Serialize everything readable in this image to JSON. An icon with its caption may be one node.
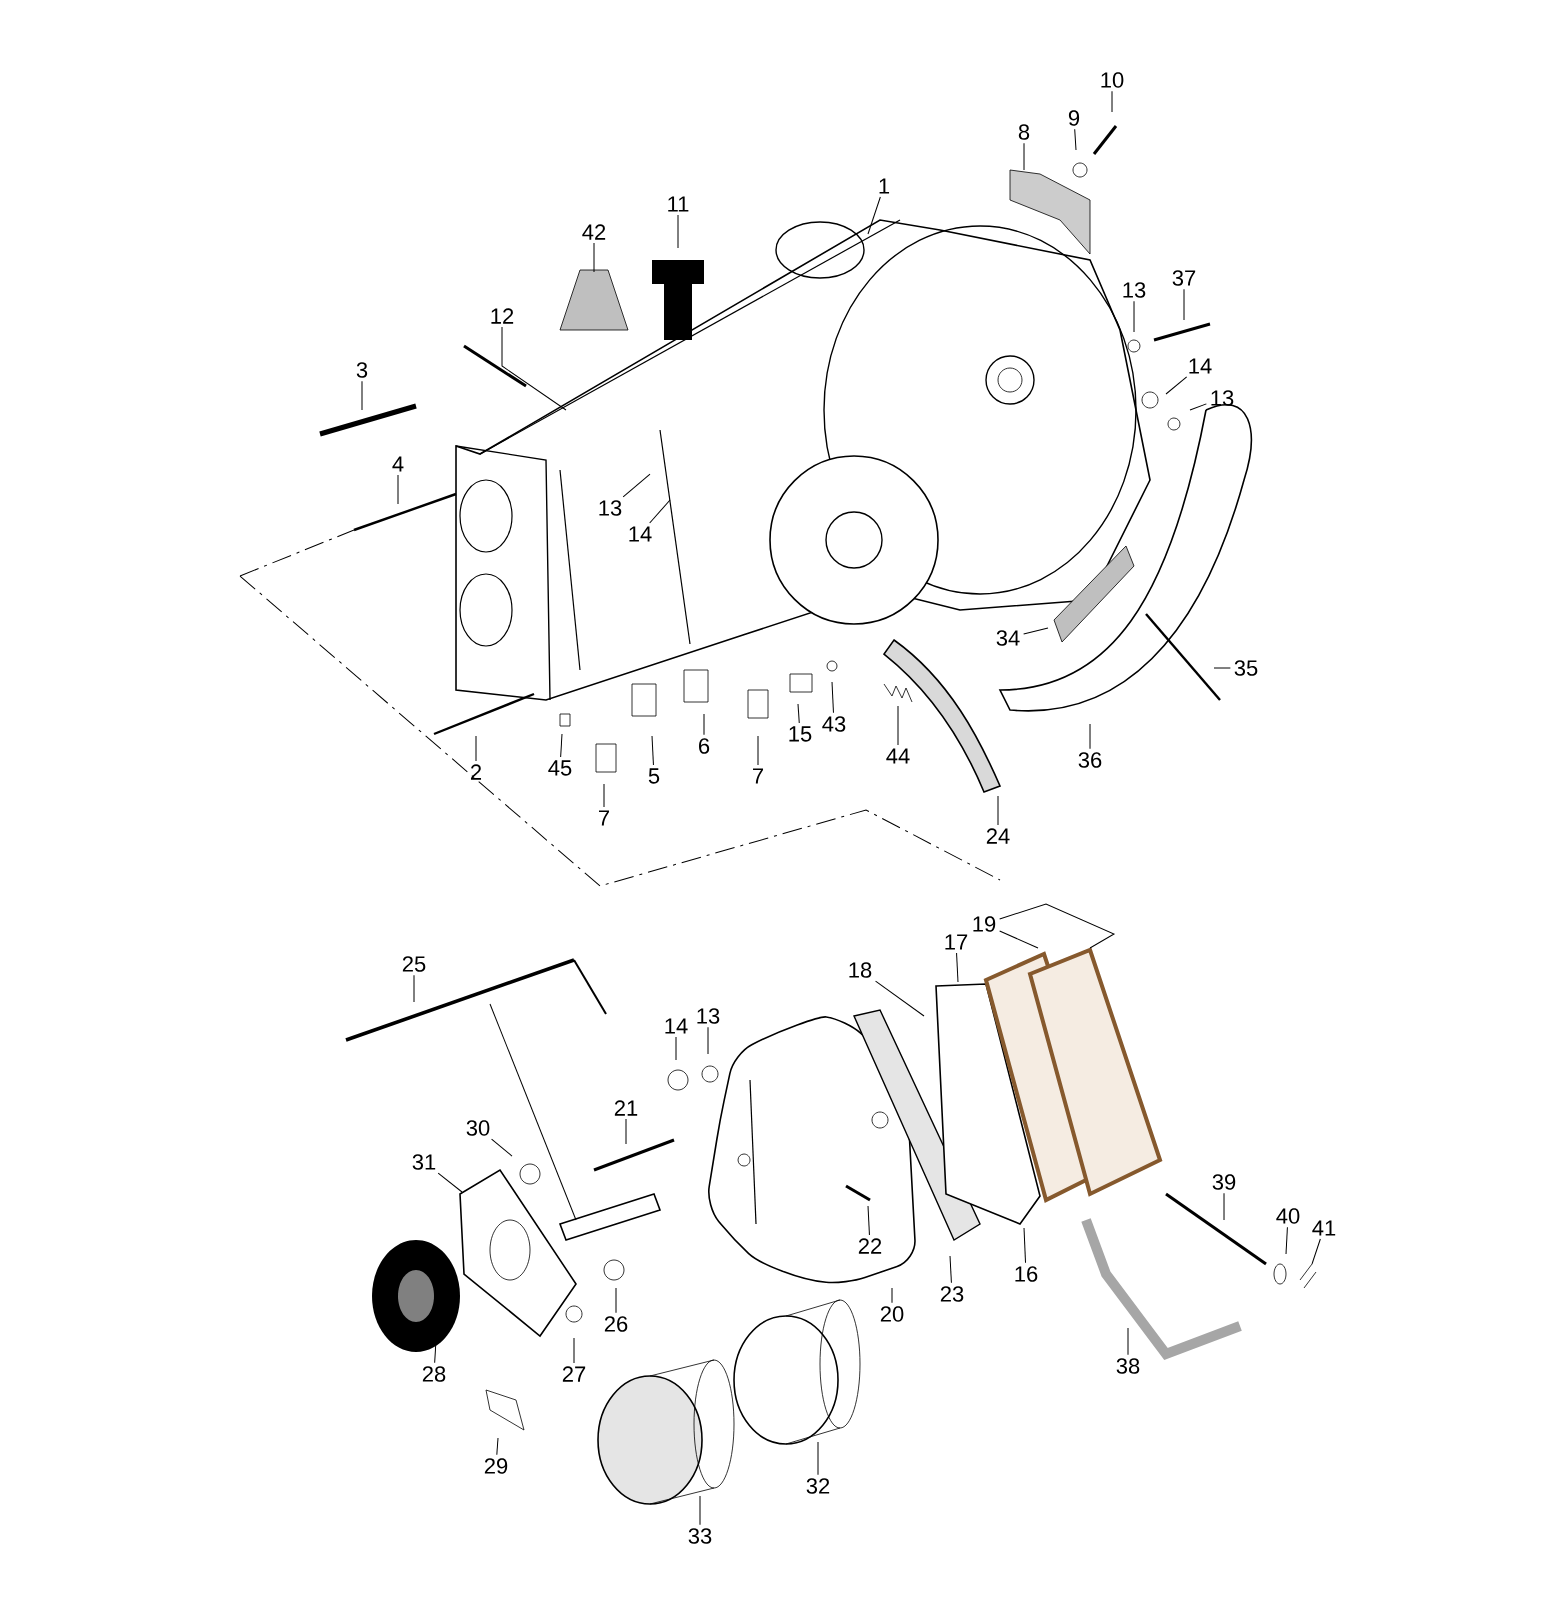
{
  "diagram": {
    "nodes": [
      {
        "text": [
          "10"
        ]
      },
      {
        "text": [
          "9"
        ]
      },
      {
        "text": [
          "8"
        ]
      },
      {
        "text": [
          "1"
        ]
      },
      {
        "text": [
          "11"
        ]
      },
      {
        "text": [
          "42"
        ]
      },
      {
        "text": [
          "37"
        ]
      },
      {
        "text": [
          "13"
        ]
      },
      {
        "text": [
          "12"
        ]
      },
      {
        "text": [
          "14"
        ]
      },
      {
        "text": [
          "3"
        ]
      },
      {
        "text": [
          "13"
        ]
      },
      {
        "text": [
          "4"
        ]
      },
      {
        "text": [
          "13"
        ]
      },
      {
        "text": [
          "14"
        ]
      },
      {
        "text": [
          "34"
        ]
      },
      {
        "text": [
          "35"
        ]
      },
      {
        "text": [
          "43"
        ]
      },
      {
        "text": [
          "15"
        ]
      },
      {
        "text": [
          "6"
        ]
      },
      {
        "text": [
          "44"
        ]
      },
      {
        "text": [
          "36"
        ]
      },
      {
        "text": [
          "2"
        ]
      },
      {
        "text": [
          "45"
        ]
      },
      {
        "text": [
          "7"
        ]
      },
      {
        "text": [
          "5"
        ]
      },
      {
        "text": [
          "7"
        ]
      },
      {
        "text": [
          "24"
        ]
      },
      {
        "text": [
          "19"
        ]
      },
      {
        "text": [
          "17"
        ]
      },
      {
        "text": [
          "25"
        ]
      },
      {
        "text": [
          "18"
        ]
      },
      {
        "text": [
          "13"
        ]
      },
      {
        "text": [
          "14"
        ]
      },
      {
        "text": [
          "21"
        ]
      },
      {
        "text": [
          "30"
        ]
      },
      {
        "text": [
          "31"
        ]
      },
      {
        "text": [
          "39"
        ]
      },
      {
        "text": [
          "40"
        ]
      },
      {
        "text": [
          "41"
        ]
      },
      {
        "text": [
          "22"
        ]
      },
      {
        "text": [
          "16"
        ]
      },
      {
        "text": [
          "23"
        ]
      },
      {
        "text": [
          "20"
        ]
      },
      {
        "text": [
          "26"
        ]
      },
      {
        "text": [
          "38"
        ]
      },
      {
        "text": [
          "27"
        ]
      },
      {
        "text": [
          "28"
        ]
      },
      {
        "text": [
          "29"
        ]
      },
      {
        "text": [
          "32"
        ]
      },
      {
        "text": [
          "33"
        ]
      }
    ],
    "edges": [
      {
        "from": 0,
        "to": null,
        "arrow": "none"
      },
      {
        "from": 1,
        "to": null,
        "arrow": "none"
      },
      {
        "from": 2,
        "to": null,
        "arrow": "none"
      },
      {
        "from": 3,
        "to": null,
        "arrow": "none"
      },
      {
        "from": 4,
        "to": null,
        "arrow": "none"
      },
      {
        "from": 5,
        "to": null,
        "arrow": "none"
      },
      {
        "from": 6,
        "to": null,
        "arrow": "none"
      },
      {
        "from": 7,
        "to": null,
        "arrow": "none"
      },
      {
        "from": 8,
        "to": null,
        "arrow": "none"
      },
      {
        "from": 9,
        "to": null,
        "arrow": "none"
      },
      {
        "from": 10,
        "to": null,
        "arrow": "none"
      },
      {
        "from": 11,
        "to": null,
        "arrow": "none"
      },
      {
        "from": 12,
        "to": null,
        "arrow": "none"
      },
      {
        "from": 13,
        "to": null,
        "arrow": "none"
      },
      {
        "from": 14,
        "to": null,
        "arrow": "none"
      },
      {
        "from": 15,
        "to": null,
        "arrow": "none"
      },
      {
        "from": 16,
        "to": null,
        "arrow": "none"
      },
      {
        "from": 17,
        "to": null,
        "arrow": "none"
      },
      {
        "from": 18,
        "to": null,
        "arrow": "none"
      },
      {
        "from": 19,
        "to": null,
        "arrow": "none"
      },
      {
        "from": 20,
        "to": null,
        "arrow": "none"
      },
      {
        "from": 21,
        "to": null,
        "arrow": "none"
      },
      {
        "from": 22,
        "to": null,
        "arrow": "none"
      },
      {
        "from": 23,
        "to": null,
        "arrow": "none"
      },
      {
        "from": 24,
        "to": null,
        "arrow": "none"
      },
      {
        "from": 25,
        "to": null,
        "arrow": "none"
      },
      {
        "from": 26,
        "to": null,
        "arrow": "none"
      },
      {
        "from": 27,
        "to": null,
        "arrow": "none"
      },
      {
        "from": 28,
        "to": null,
        "arrow": "none"
      },
      {
        "from": 28,
        "to": null,
        "arrow": "none"
      },
      {
        "from": 29,
        "to": null,
        "arrow": "none"
      },
      {
        "from": 30,
        "to": null,
        "arrow": "none"
      },
      {
        "from": 31,
        "to": null,
        "arrow": "none"
      },
      {
        "from": 32,
        "to": null,
        "arrow": "none"
      },
      {
        "from": 33,
        "to": null,
        "arrow": "none"
      },
      {
        "from": 34,
        "to": null,
        "arrow": "none"
      },
      {
        "from": 35,
        "to": null,
        "arrow": "none"
      },
      {
        "from": 36,
        "to": null,
        "arrow": "none"
      },
      {
        "from": 37,
        "to": null,
        "arrow": "none"
      },
      {
        "from": 38,
        "to": null,
        "arrow": "none"
      },
      {
        "from": 39,
        "to": null,
        "arrow": "none"
      },
      {
        "from": 40,
        "to": null,
        "arrow": "none"
      },
      {
        "from": 41,
        "to": null,
        "arrow": "none"
      },
      {
        "from": 42,
        "to": null,
        "arrow": "none"
      },
      {
        "from": 43,
        "to": null,
        "arrow": "none"
      },
      {
        "from": 44,
        "to": null,
        "arrow": "none"
      },
      {
        "from": 45,
        "to": null,
        "arrow": "none"
      },
      {
        "from": 46,
        "to": null,
        "arrow": "none"
      },
      {
        "from": 47,
        "to": null,
        "arrow": "none"
      },
      {
        "from": 48,
        "to": null,
        "arrow": "none"
      },
      {
        "from": 49,
        "to": null,
        "arrow": "none"
      },
      {
        "from": 50,
        "to": null,
        "arrow": "none"
      }
    ]
  }
}
